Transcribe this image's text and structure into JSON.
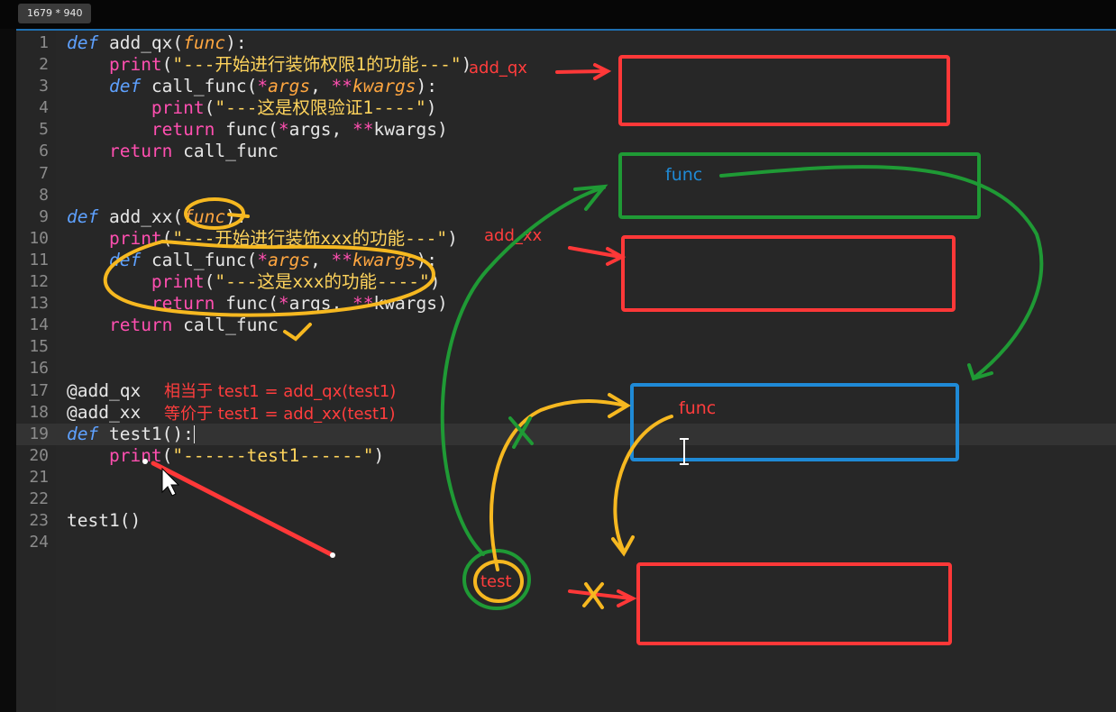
{
  "app": {
    "dimension_badge": "1679 * 940"
  },
  "code_lines": [
    {
      "n": "1",
      "parts": [
        [
          "kw",
          "def"
        ],
        [
          "fn",
          " add_qx("
        ],
        [
          "param",
          "func"
        ],
        [
          "fn",
          "):"
        ]
      ]
    },
    {
      "n": "2",
      "parts": [
        [
          "fn",
          "    "
        ],
        [
          "pr",
          "print"
        ],
        [
          "fn",
          "("
        ],
        [
          "str",
          "\"---开始进行装饰权限1的功能---\""
        ],
        [
          "fn",
          ")"
        ]
      ]
    },
    {
      "n": "3",
      "parts": [
        [
          "fn",
          "    "
        ],
        [
          "kw",
          "def"
        ],
        [
          "fn",
          " call_func("
        ],
        [
          "op",
          "*"
        ],
        [
          "param",
          "args"
        ],
        [
          "fn",
          ", "
        ],
        [
          "op",
          "**"
        ],
        [
          "param",
          "kwargs"
        ],
        [
          "fn",
          "):"
        ]
      ]
    },
    {
      "n": "4",
      "parts": [
        [
          "fn",
          "        "
        ],
        [
          "pr",
          "print"
        ],
        [
          "fn",
          "("
        ],
        [
          "str",
          "\"---这是权限验证1----\""
        ],
        [
          "fn",
          ")"
        ]
      ]
    },
    {
      "n": "5",
      "parts": [
        [
          "fn",
          "        "
        ],
        [
          "ret",
          "return"
        ],
        [
          "fn",
          " func("
        ],
        [
          "op",
          "*"
        ],
        [
          "fn",
          "args, "
        ],
        [
          "op",
          "**"
        ],
        [
          "fn",
          "kwargs)"
        ]
      ]
    },
    {
      "n": "6",
      "parts": [
        [
          "fn",
          "    "
        ],
        [
          "ret",
          "return"
        ],
        [
          "fn",
          " call_func"
        ]
      ]
    },
    {
      "n": "7",
      "parts": []
    },
    {
      "n": "8",
      "parts": []
    },
    {
      "n": "9",
      "parts": [
        [
          "kw",
          "def"
        ],
        [
          "fn",
          " add_xx("
        ],
        [
          "param",
          "func"
        ],
        [
          "fn",
          "):"
        ]
      ]
    },
    {
      "n": "10",
      "parts": [
        [
          "fn",
          "    "
        ],
        [
          "pr",
          "print"
        ],
        [
          "fn",
          "("
        ],
        [
          "str",
          "\"---开始进行装饰xxx的功能---\""
        ],
        [
          "fn",
          ")"
        ]
      ]
    },
    {
      "n": "11",
      "parts": [
        [
          "fn",
          "    "
        ],
        [
          "kw",
          "def"
        ],
        [
          "fn",
          " call_func("
        ],
        [
          "op",
          "*"
        ],
        [
          "param",
          "args"
        ],
        [
          "fn",
          ", "
        ],
        [
          "op",
          "**"
        ],
        [
          "param",
          "kwargs"
        ],
        [
          "fn",
          "):"
        ]
      ]
    },
    {
      "n": "12",
      "parts": [
        [
          "fn",
          "        "
        ],
        [
          "pr",
          "print"
        ],
        [
          "fn",
          "("
        ],
        [
          "str",
          "\"---这是xxx的功能----\""
        ],
        [
          "fn",
          ")"
        ]
      ]
    },
    {
      "n": "13",
      "parts": [
        [
          "fn",
          "        "
        ],
        [
          "ret",
          "return"
        ],
        [
          "fn",
          " func("
        ],
        [
          "op",
          "*"
        ],
        [
          "fn",
          "args, "
        ],
        [
          "op",
          "**"
        ],
        [
          "fn",
          "kwargs)"
        ]
      ]
    },
    {
      "n": "14",
      "parts": [
        [
          "fn",
          "    "
        ],
        [
          "ret",
          "return"
        ],
        [
          "fn",
          " call_func"
        ]
      ]
    },
    {
      "n": "15",
      "parts": []
    },
    {
      "n": "16",
      "parts": []
    },
    {
      "n": "17",
      "parts": [
        [
          "dec",
          "@add_qx"
        ]
      ]
    },
    {
      "n": "18",
      "parts": [
        [
          "dec",
          "@add_xx"
        ]
      ]
    },
    {
      "n": "19",
      "parts": [
        [
          "kw",
          "def"
        ],
        [
          "fn",
          " test1():"
        ]
      ],
      "current": true
    },
    {
      "n": "20",
      "parts": [
        [
          "fn",
          "    "
        ],
        [
          "pr",
          "print"
        ],
        [
          "fn",
          "("
        ],
        [
          "str",
          "\"------test1------\""
        ],
        [
          "fn",
          ")"
        ]
      ]
    },
    {
      "n": "21",
      "parts": []
    },
    {
      "n": "22",
      "parts": []
    },
    {
      "n": "23",
      "parts": [
        [
          "fn",
          "test1()"
        ]
      ]
    },
    {
      "n": "24",
      "parts": []
    }
  ],
  "annotations": {
    "note_17": "相当于 test1 = add_qx(test1)",
    "note_18": "等价于 test1 = add_xx(test1)",
    "label_add_qx": "add_qx",
    "label_add_xx": "add_xx",
    "label_func_green": "func",
    "label_func_blue": "func",
    "label_test": "test"
  },
  "colors": {
    "red": "#ff3838",
    "green": "#1f9a35",
    "blue": "#1f8ad6",
    "yellow": "#f6b820"
  }
}
